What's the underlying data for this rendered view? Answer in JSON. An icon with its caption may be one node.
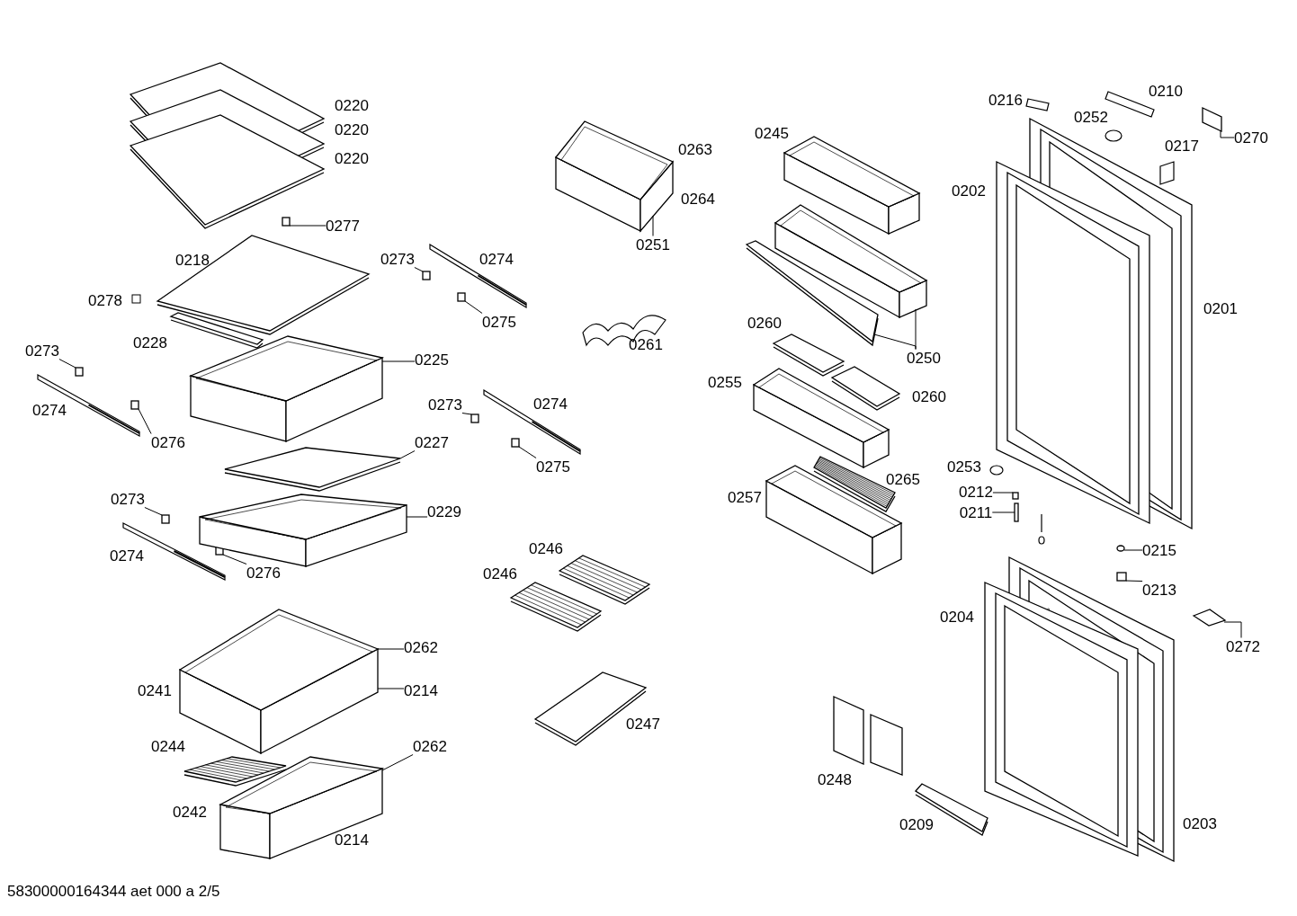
{
  "diagram": {
    "nodes": [
      {
        "text": [
          "0277"
        ]
      },
      {
        "text": [
          "0273"
        ]
      },
      {
        "text": [
          "0275"
        ]
      },
      {
        "text": [
          "0225"
        ]
      },
      {
        "text": [
          "0273"
        ]
      },
      {
        "text": [
          "0276"
        ]
      },
      {
        "text": [
          "0273"
        ]
      },
      {
        "text": [
          "0227"
        ]
      },
      {
        "text": [
          "0275"
        ]
      },
      {
        "text": [
          "0229"
        ]
      },
      {
        "text": [
          "0273"
        ]
      },
      {
        "text": [
          "0276"
        ]
      },
      {
        "text": [
          "0251"
        ]
      },
      {
        "text": [
          "0250"
        ]
      },
      {
        "text": [
          "0262"
        ]
      },
      {
        "text": [
          "0214"
        ]
      },
      {
        "text": [
          "0262"
        ]
      },
      {
        "text": [
          "0270"
        ]
      },
      {
        "text": [
          "0215"
        ]
      },
      {
        "text": [
          "0213"
        ]
      },
      {
        "text": [
          "0212"
        ]
      },
      {
        "text": [
          "0211"
        ]
      },
      {
        "text": [
          "0272"
        ]
      },
      {
        "text": [],
        "shape": "box"
      },
      {
        "text": [],
        "shape": "box"
      },
      {
        "text": [],
        "shape": "box"
      },
      {
        "text": [],
        "shape": "box"
      },
      {
        "text": [],
        "shape": "box"
      },
      {
        "text": [],
        "shape": "box"
      },
      {
        "text": [],
        "shape": "box"
      },
      {
        "text": [],
        "shape": "box"
      },
      {
        "text": [],
        "shape": "box"
      },
      {
        "text": [],
        "shape": "box"
      },
      {
        "text": [],
        "shape": "box"
      },
      {
        "text": [],
        "shape": "box"
      },
      {
        "text": [],
        "shape": "box"
      },
      {
        "text": [],
        "shape": "box"
      },
      {
        "text": [],
        "shape": "box"
      },
      {
        "text": [],
        "shape": "box"
      },
      {
        "text": [],
        "shape": "box"
      },
      {
        "text": [],
        "shape": "box"
      },
      {
        "text": [],
        "shape": "circle"
      },
      {
        "text": [],
        "shape": "box"
      },
      {
        "text": [],
        "shape": "box"
      },
      {
        "text": [],
        "shape": "box"
      },
      {
        "text": [],
        "shape": "box"
      }
    ],
    "edges": [
      {
        "from": 0,
        "to": 23,
        "arrow": "none"
      },
      {
        "from": 1,
        "to": 24,
        "arrow": "none"
      },
      {
        "from": 2,
        "to": 25,
        "arrow": "none"
      },
      {
        "from": 3,
        "to": 26,
        "arrow": "none"
      },
      {
        "from": 4,
        "to": 27,
        "arrow": "none"
      },
      {
        "from": 5,
        "to": 28,
        "arrow": "none"
      },
      {
        "from": 6,
        "to": 29,
        "arrow": "none"
      },
      {
        "from": 7,
        "to": 30,
        "arrow": "none"
      },
      {
        "from": 8,
        "to": 31,
        "arrow": "none"
      },
      {
        "from": 9,
        "to": 32,
        "arrow": "none"
      },
      {
        "from": 10,
        "to": 33,
        "arrow": "none"
      },
      {
        "from": 11,
        "to": 34,
        "arrow": "none"
      },
      {
        "from": 12,
        "to": 35,
        "arrow": "none"
      },
      {
        "from": 13,
        "to": 36,
        "arrow": "none"
      },
      {
        "from": 13,
        "to": 37,
        "arrow": "none"
      },
      {
        "from": 14,
        "to": 38,
        "arrow": "none"
      },
      {
        "from": 15,
        "to": 38,
        "arrow": "none"
      },
      {
        "from": 16,
        "to": 39,
        "arrow": "none"
      },
      {
        "from": 17,
        "to": 40,
        "arrow": "none"
      },
      {
        "from": 18,
        "to": 41,
        "arrow": "none"
      },
      {
        "from": 19,
        "to": 42,
        "arrow": "none"
      },
      {
        "from": 20,
        "to": 43,
        "arrow": "none"
      },
      {
        "from": 21,
        "to": 44,
        "arrow": "none"
      },
      {
        "from": 22,
        "to": 45,
        "arrow": "none"
      }
    ],
    "labels": [
      "0220",
      "0216",
      "0210",
      "0220",
      "0245",
      "0252",
      "0220",
      "0263",
      "0217",
      "0264",
      "0202",
      "0218",
      "0274",
      "0278",
      "0201",
      "0260",
      "0228",
      "0261",
      "0274",
      "0274",
      "0255",
      "0260",
      "0265",
      "0253",
      "0257",
      "0274",
      "0246",
      "0246",
      "0204",
      "0241",
      "0247",
      "0244",
      "0248",
      "0242",
      "0214",
      "0209",
      "0203",
      "58300000164344 aet 000 a 2/5"
    ]
  }
}
